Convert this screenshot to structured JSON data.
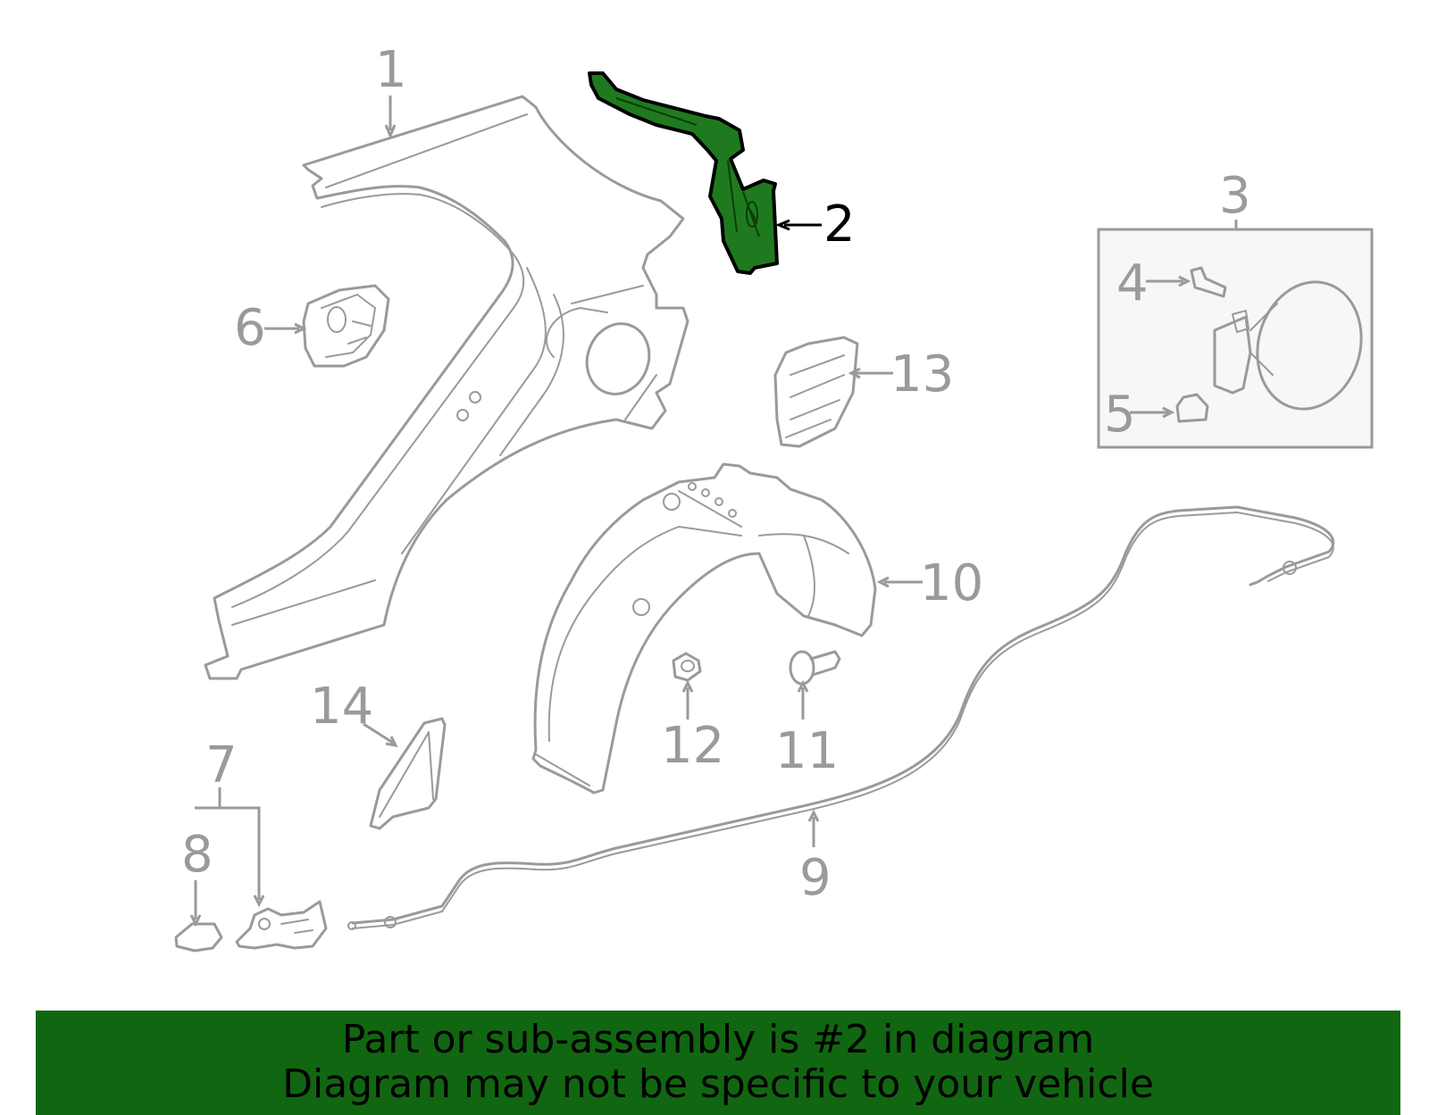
{
  "colors": {
    "line": "#9a9a9a",
    "highlight_fill": "#1f7a1f",
    "highlight_stroke": "#000000",
    "banner_bg": "#116611"
  },
  "callouts": [
    "1",
    "2",
    "3",
    "4",
    "5",
    "6",
    "7",
    "8",
    "9",
    "10",
    "11",
    "12",
    "13",
    "14"
  ],
  "highlighted_part": "2",
  "banner": {
    "line1": "Part or sub-assembly is #2 in diagram",
    "line2": "Diagram may not be specific to your vehicle"
  }
}
